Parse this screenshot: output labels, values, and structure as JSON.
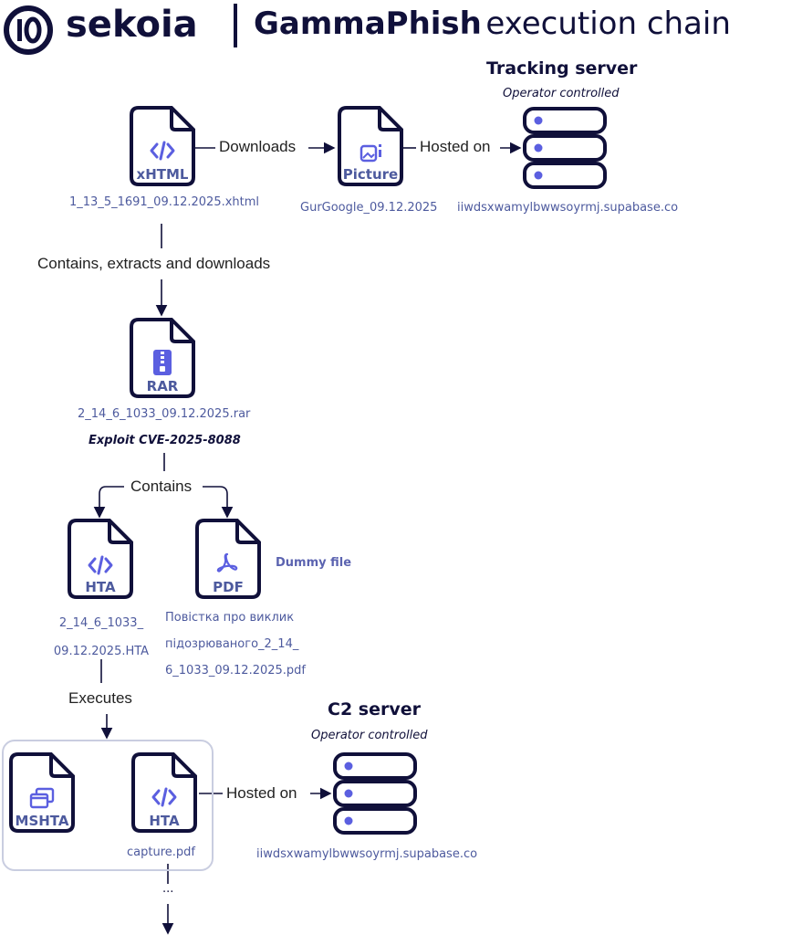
{
  "header": {
    "logo_text": "sekoia",
    "title_bold": "GammaPhish",
    "title_rest": "execution chain"
  },
  "nodes": {
    "xhtml": {
      "type": "xHTML",
      "icon": "code-icon",
      "filename": "1_13_5_1691_09.12.2025.xhtml"
    },
    "picture": {
      "type": "Picture",
      "icon": "image-icon",
      "filename": "GurGoogle_09.12.2025"
    },
    "rar": {
      "type": "RAR",
      "icon": "zip-icon",
      "filename": "2_14_6_1033_09.12.2025.rar",
      "note": "Exploit CVE-2025-8088"
    },
    "hta1": {
      "type": "HTA",
      "icon": "code-icon",
      "filename_line1": "2_14_6_1033_",
      "filename_line2": "09.12.2025.HTA"
    },
    "pdf": {
      "type": "PDF",
      "icon": "acrobat-icon",
      "filename_line1": "Повістка про виклик",
      "filename_line2": "підозрюваного_2_14_",
      "filename_line3": "6_1033_09.12.2025.pdf",
      "note": "Dummy file"
    },
    "mshta": {
      "type": "MSHTA",
      "icon": "windows-icon"
    },
    "hta2": {
      "type": "HTA",
      "icon": "code-icon",
      "filename": "capture.pdf"
    }
  },
  "servers": {
    "tracking": {
      "title": "Tracking server",
      "subtitle": "Operator controlled",
      "domain": "iiwdsxwamylbwwsoyrmj.supabase.co"
    },
    "c2": {
      "title": "C2 server",
      "subtitle": "Operator controlled",
      "domain": "iiwdsxwamylbwwsoyrmj.supabase.co"
    }
  },
  "edges": {
    "downloads": "Downloads",
    "hosted_on_1": "Hosted on",
    "contains_extracts": "Contains, extracts and downloads",
    "contains": "Contains",
    "executes": "Executes",
    "hosted_on_2": "Hosted on",
    "ellipsis": "..."
  },
  "colors": {
    "ink": "#10103a",
    "accent": "#5b5fe0",
    "label": "#4d5a9e",
    "group_border": "#c9cde0"
  }
}
